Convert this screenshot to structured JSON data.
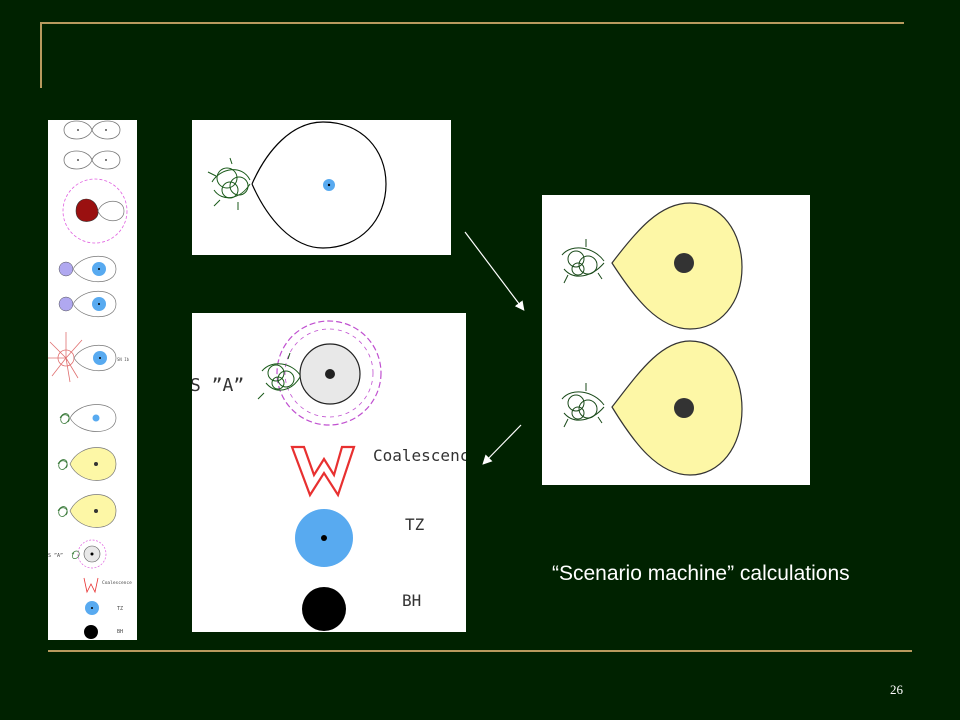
{
  "slide": {
    "caption": "“Scenario machine” calculations",
    "page_number": "26"
  },
  "labels": {
    "s_a": "S ”A”",
    "coalescence": "Coalescence",
    "tz": "TZ",
    "bh": "BH",
    "mini_s_a": "S ”A”",
    "mini_coalescence": "Coalescence",
    "mini_tz": "TZ",
    "mini_bh": "BH",
    "mini_sn": "SN Ib"
  },
  "colors": {
    "background": "#002200",
    "rule": "#b89a5e",
    "star_yellow": "#fdf7a6",
    "star_blue": "#58aaf0",
    "star_red": "#9a1010",
    "star_lavender": "#b0a8f0",
    "ejecta_pink": "#e060e0",
    "coalescence_red": "#e83030"
  }
}
